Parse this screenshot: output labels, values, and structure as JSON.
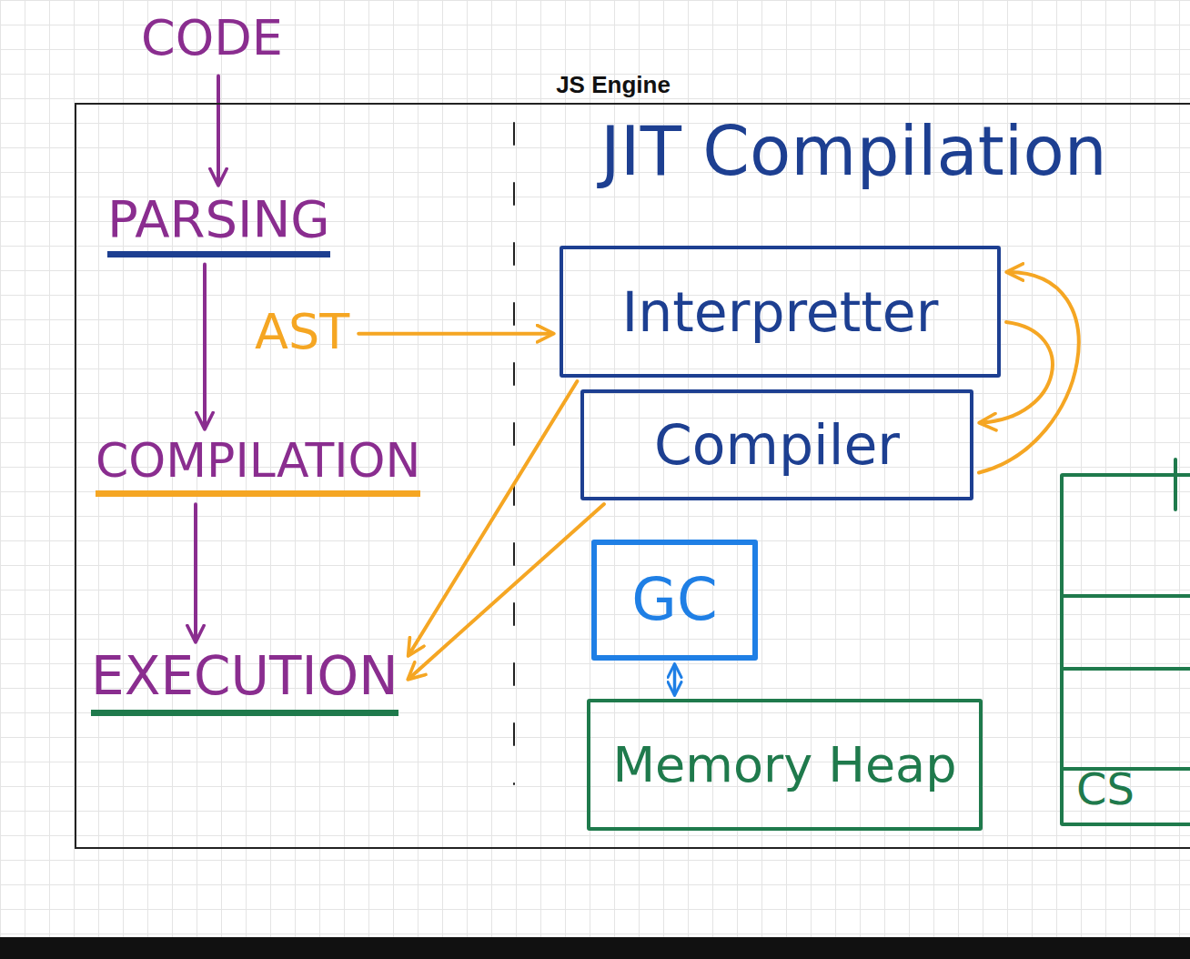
{
  "diagram": {
    "nodes": [
      {
        "text": [
          "CODE"
        ]
      },
      {
        "text": [
          "JS Engine"
        ]
      },
      {
        "text": [
          "PARSING"
        ],
        "in": 1
      },
      {
        "text": [
          "AST"
        ],
        "in": 1
      },
      {
        "text": [
          "Interpretter"
        ],
        "in": 1
      },
      {
        "text": [
          "Compiler"
        ],
        "in": 1
      },
      {
        "text": [
          "COMPILATION"
        ],
        "in": 1
      },
      {
        "text": [
          "GC"
        ],
        "in": 1
      },
      {
        "text": [
          "EXECUTION"
        ],
        "in": 1
      },
      {
        "text": [
          "Memory Heap"
        ],
        "in": 1
      },
      {
        "text": [
          "CS"
        ],
        "in": 1
      }
    ],
    "edges": [
      {
        "from": 0,
        "to": 2,
        "arrow": "to"
      },
      {
        "from": 2,
        "to": 6,
        "arrow": "to"
      },
      {
        "from": 6,
        "to": 8,
        "arrow": "to"
      },
      {
        "from": 3,
        "to": 4,
        "arrow": "to"
      },
      {
        "from": 4,
        "to": 5,
        "arrow": "to"
      },
      {
        "from": 5,
        "to": 4,
        "arrow": "to"
      },
      {
        "from": 4,
        "to": 8,
        "arrow": "to"
      },
      {
        "from": 5,
        "to": 8,
        "arrow": "to"
      },
      {
        "from": 7,
        "to": 9,
        "arrow": "both"
      }
    ],
    "labels": [
      "JIT Compilation"
    ]
  }
}
